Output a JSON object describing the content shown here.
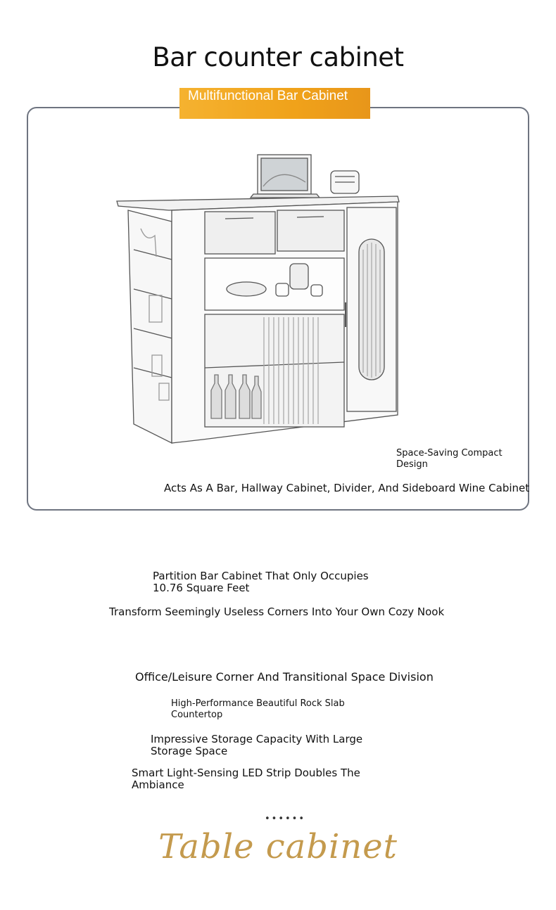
{
  "header": {
    "title": "Bar counter cabinet"
  },
  "badge": {
    "text": "Multifunctional Bar Cabinet"
  },
  "panel": {
    "compact_label": "Space-Saving Compact Design",
    "uses_label": "Acts As A Bar, Hallway Cabinet, Divider, And Sideboard Wine Cabinet"
  },
  "features": {
    "partition": "Partition Bar Cabinet That Only Occupies 10.76 Square Feet",
    "corners": "Transform Seemingly Useless Corners Into Your Own Cozy Nook",
    "office": "Office/Leisure Corner And Transitional Space Division",
    "countertop": "High-Performance Beautiful Rock Slab Countertop",
    "storage": "Impressive Storage Capacity With Large Storage Space",
    "led": "Smart Light-Sensing LED Strip Doubles The Ambiance"
  },
  "footer": {
    "dots": "••••••",
    "script_title": "Table cabinet"
  },
  "colors": {
    "badge": "#f0a21a",
    "frame": "#6e7480",
    "script": "#c49a4d"
  }
}
